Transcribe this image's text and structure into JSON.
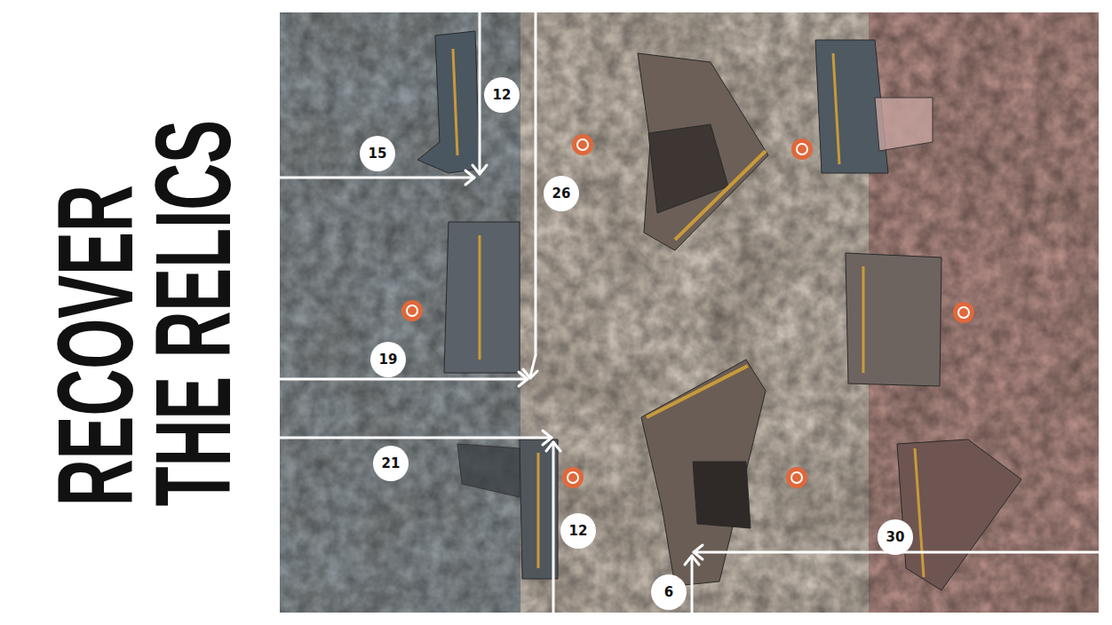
{
  "diagram": {
    "title": "RECOVER THE RELICS",
    "labels": [
      "12",
      "15",
      "26",
      "19",
      "21",
      "12",
      "30",
      "6"
    ]
  }
}
